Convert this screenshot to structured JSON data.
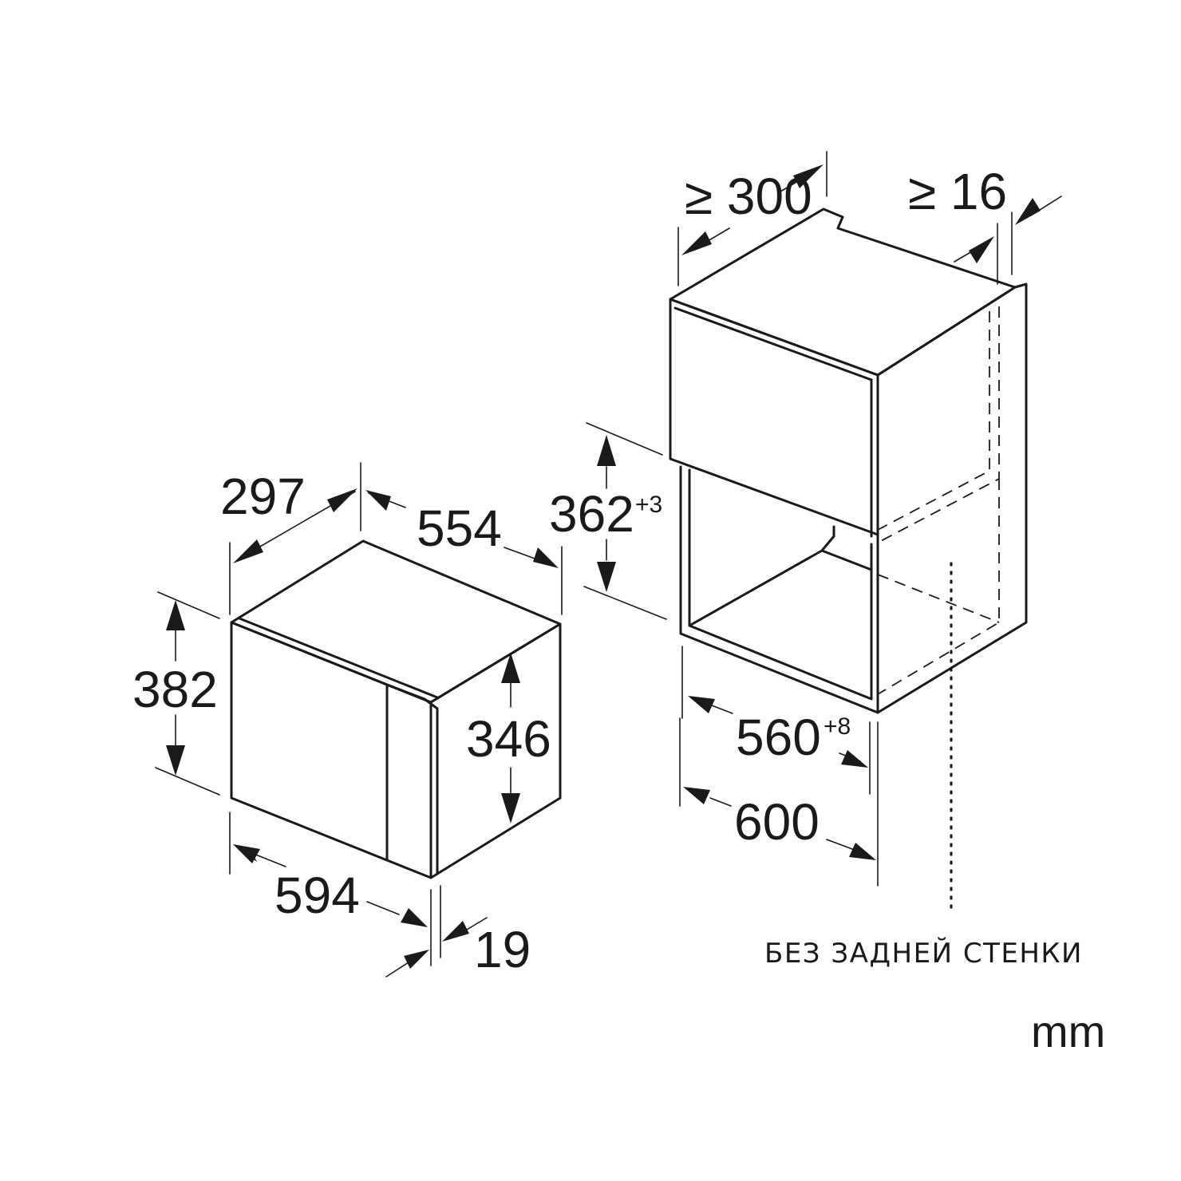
{
  "microwave": {
    "depth": "297",
    "width_depth": "554",
    "height": "382",
    "front_height": "346",
    "width": "594",
    "door_thickness": "19"
  },
  "niche": {
    "cabinet_depth": "≥ 300",
    "side_gap": "≥ 16",
    "opening_height": "362",
    "opening_height_tol": "+3",
    "opening_width": "560",
    "opening_width_tol": "+8",
    "cabinet_width": "600"
  },
  "note": "БЕЗ ЗАДНЕЙ СТЕНКИ",
  "unit": "mm"
}
